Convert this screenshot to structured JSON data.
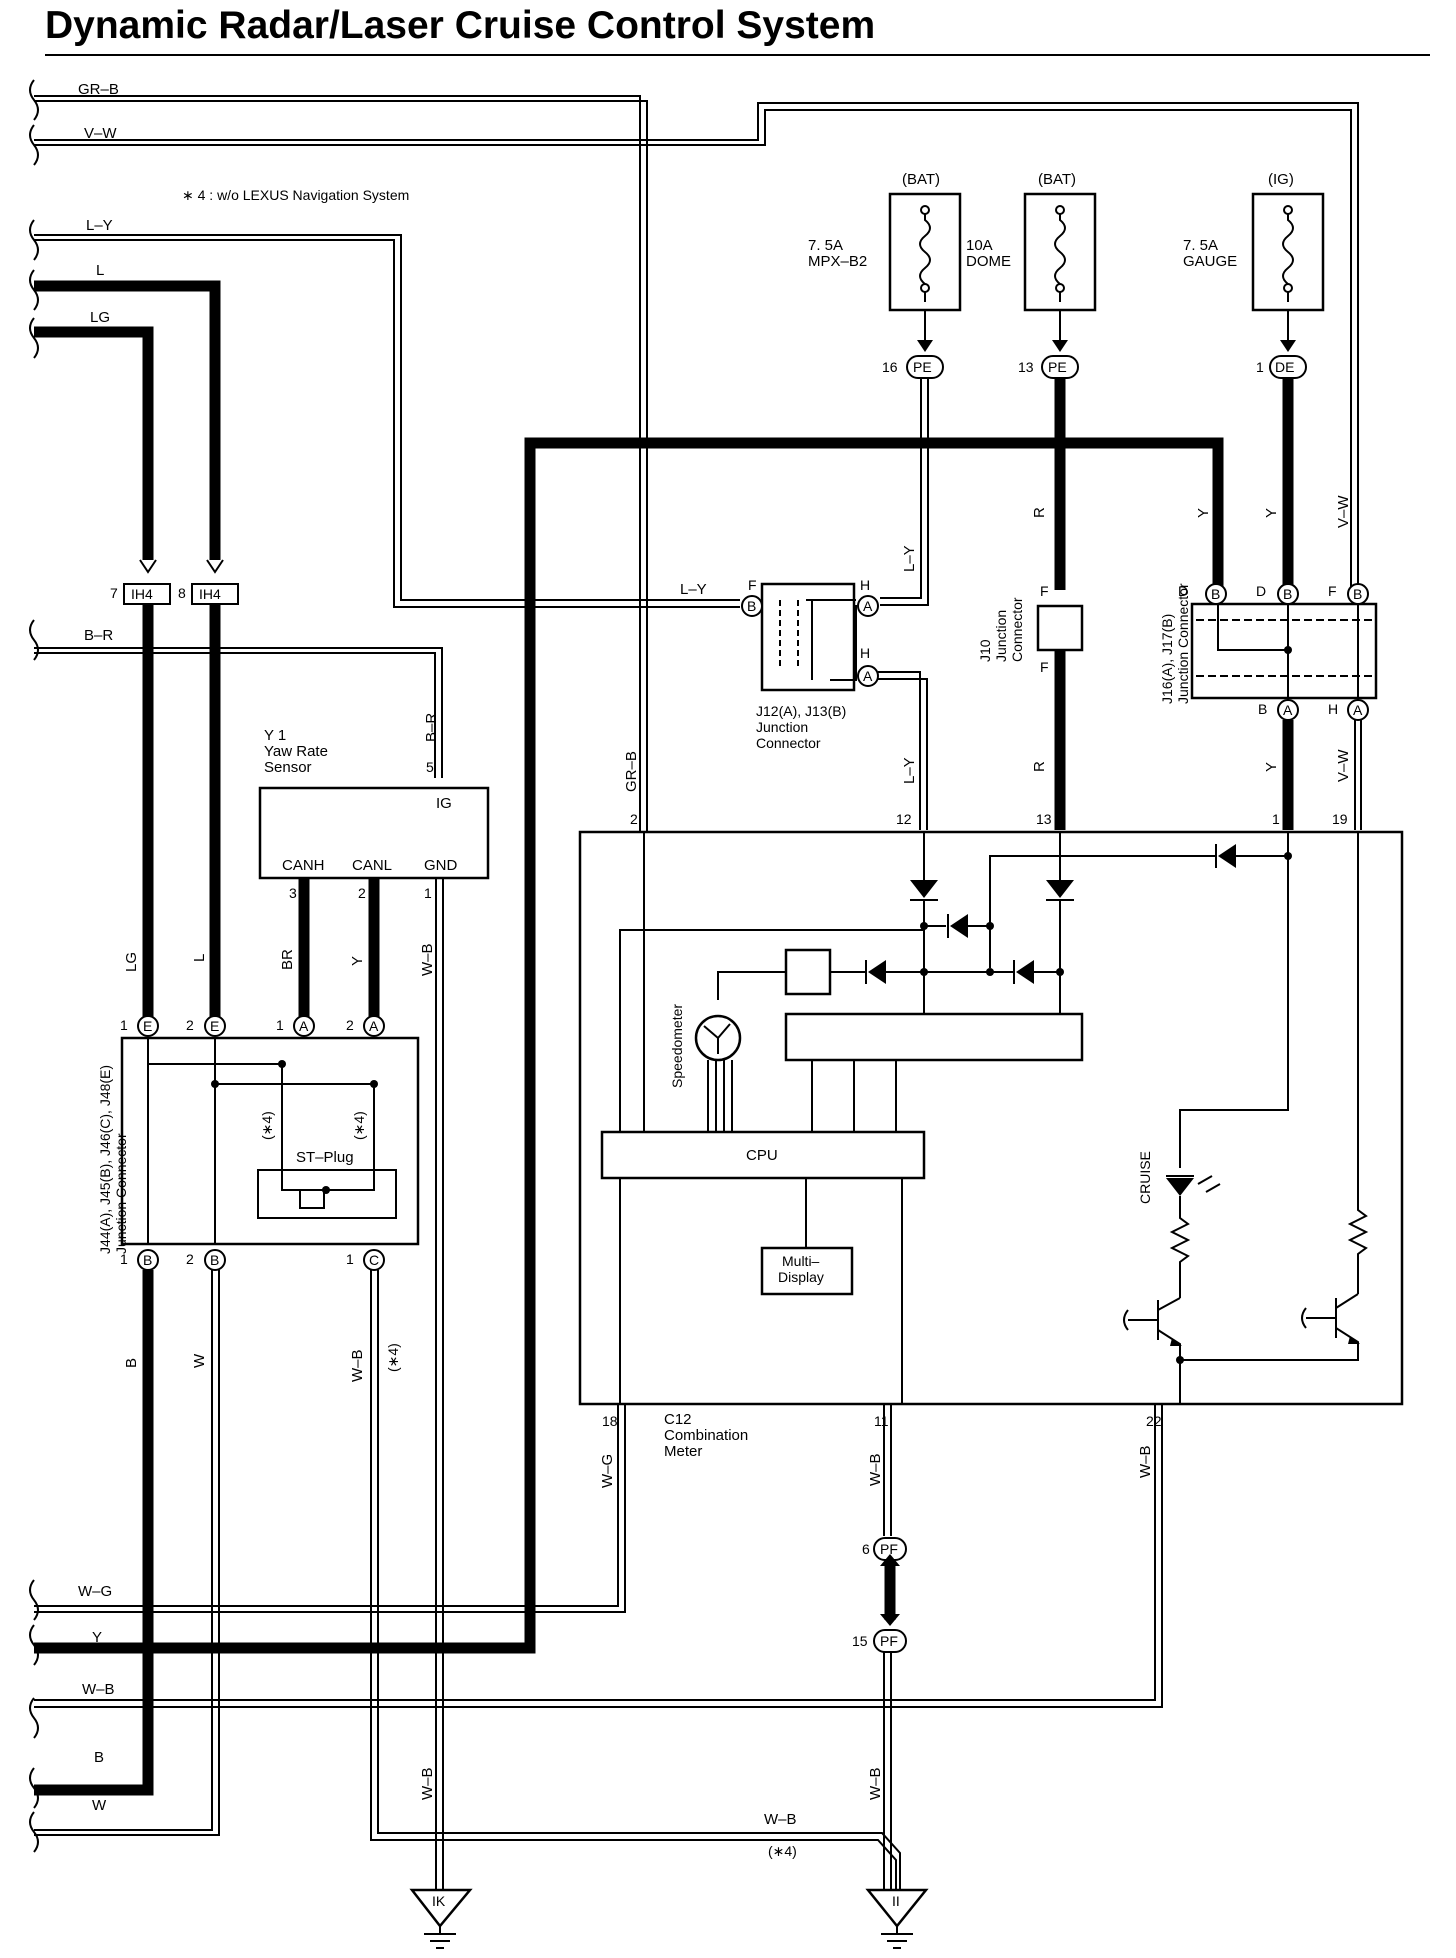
{
  "title": "Dynamic Radar/Laser Cruise Control System",
  "note": "∗ 4 : w/o LEXUS Navigation System",
  "left_wires": [
    "GR–B",
    "V–W",
    "L–Y",
    "L",
    "LG",
    "B–R"
  ],
  "bottom_left_wires": [
    "W–G",
    "Y",
    "W–B",
    "B",
    "W"
  ],
  "fuses": [
    {
      "source": "(BAT)",
      "rating": "7. 5A",
      "name": "MPX–B2"
    },
    {
      "source": "(BAT)",
      "rating": "10A",
      "name": "DOME"
    },
    {
      "source": "(IG)",
      "rating": "7. 5A",
      "name": "GAUGE"
    }
  ],
  "connectors": {
    "pe1": {
      "pin": "16",
      "code": "PE"
    },
    "pe2": {
      "pin": "13",
      "code": "PE"
    },
    "de": {
      "pin": "1",
      "code": "DE"
    },
    "ih4a": {
      "pin": "7",
      "code": "IH4"
    },
    "ih4b": {
      "pin": "8",
      "code": "IH4"
    },
    "pf1": {
      "pin": "6",
      "code": "PF"
    },
    "pf2": {
      "pin": "15",
      "code": "PF"
    },
    "ground1": "IK",
    "ground2": "II"
  },
  "yaw_sensor": {
    "id": "Y 1",
    "name1": "Yaw Rate",
    "name2": "Sensor",
    "ig": "IG",
    "canh": "CANH",
    "canl": "CANL",
    "gnd": "GND",
    "p5": "5",
    "p3": "3",
    "p2": "2",
    "p1": "1"
  },
  "j12": {
    "name1": "J12(A), J13(B)",
    "name2": "Junction",
    "name3": "Connector",
    "F": "F",
    "H": "H",
    "H2": "H",
    "B": "B",
    "A": "A",
    "A2": "A"
  },
  "j10": {
    "name1": "J10",
    "name2": "Junction",
    "name3": "Connector",
    "F1": "F",
    "F2": "F"
  },
  "j16": {
    "name1": "J16(A), J17(B)",
    "name2": "Junction Connector",
    "D1": "D",
    "D2": "D",
    "F": "F",
    "B_pin": "B",
    "H_pin": "H",
    "B": "B",
    "A": "A"
  },
  "j44": {
    "name1": "J44(A), J45(B), J46(C), J48(E)",
    "name2": "Junction Connector",
    "E": "E",
    "A": "A",
    "B": "B",
    "C": "C",
    "n1": "1",
    "n2": "2",
    "st_plug": "ST–Plug",
    "star4": "(∗4)"
  },
  "meter": {
    "id": "C12",
    "name1": "Combination",
    "name2": "Meter",
    "cpu": "CPU",
    "display1": "Multi–",
    "display2": "Display",
    "speedometer": "Speedometer",
    "cruise": "CRUISE",
    "pins": {
      "p2": "2",
      "p12": "12",
      "p13": "13",
      "p1": "1",
      "p19": "19",
      "p18": "18",
      "p11": "11",
      "p22": "22"
    }
  },
  "wire_labels": {
    "ly": "L–Y",
    "grb": "GR–B",
    "r": "R",
    "y": "Y",
    "vw": "V–W",
    "br": "B–R",
    "lg": "LG",
    "l": "L",
    "brn": "BR",
    "wb": "W–B",
    "b": "B",
    "w": "W",
    "wg": "W–G",
    "star4": "(∗4)"
  }
}
